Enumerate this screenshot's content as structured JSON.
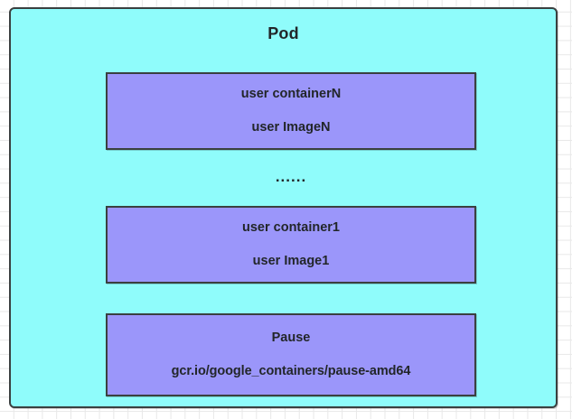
{
  "diagram": {
    "title": "Pod",
    "colors": {
      "pod_fill": "#8ffcfb",
      "container_fill": "#9b96fa",
      "border": "#3a4040",
      "text": "#222629",
      "grid": "#e8e8e8",
      "canvas": "#ffffff"
    },
    "containers": [
      {
        "name": "user containerN",
        "image": "user ImageN"
      },
      {
        "name": "user container1",
        "image": "user Image1"
      },
      {
        "name": "Pause",
        "image": "gcr.io/google_containers/pause-amd64"
      }
    ],
    "ellipsis": "......"
  }
}
